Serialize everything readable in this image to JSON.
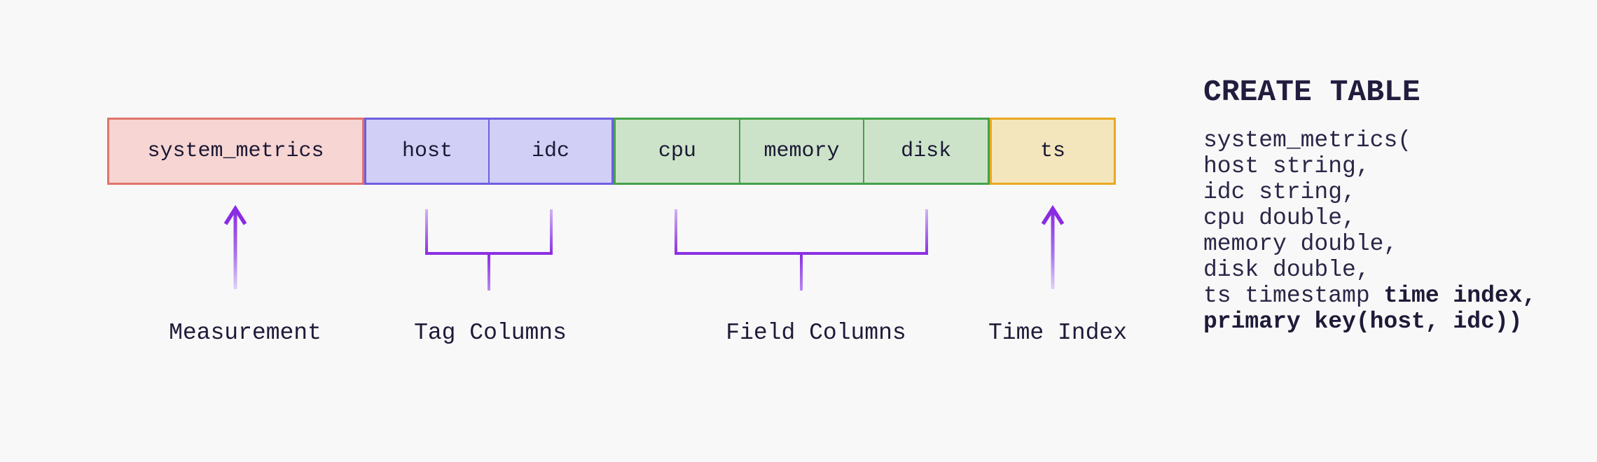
{
  "page": {
    "background": "#f8f8f8",
    "ink": "#1e1b39",
    "accent_purple": "#8a2be2",
    "accent_purple_light": "#d9c6f6"
  },
  "diagram": {
    "strip": {
      "measurement": {
        "label": "system_metrics",
        "fill": "#f6d5d3",
        "border": "#e0746b"
      },
      "tag_columns": {
        "cells": [
          "host",
          "idc"
        ],
        "fill": "#d1cff6",
        "border": "#6c5fe0"
      },
      "field_columns": {
        "cells": [
          "cpu",
          "memory",
          "disk"
        ],
        "fill": "#cce3ca",
        "border": "#44a148"
      },
      "time_index": {
        "label": "ts",
        "fill": "#f4e6bc",
        "border": "#e9a820"
      }
    },
    "labels": {
      "measurement": "Measurement",
      "tag": "Tag Columns",
      "field": "Field Columns",
      "time": "Time Index"
    }
  },
  "sql_panel": {
    "heading": "CREATE TABLE",
    "lines": [
      {
        "segments": [
          {
            "text": "system_metrics(",
            "bold": false
          }
        ]
      },
      {
        "segments": [
          {
            "text": "host string,",
            "bold": false
          }
        ]
      },
      {
        "segments": [
          {
            "text": "idc string,",
            "bold": false
          }
        ]
      },
      {
        "segments": [
          {
            "text": "cpu double,",
            "bold": false
          }
        ]
      },
      {
        "segments": [
          {
            "text": "memory double,",
            "bold": false
          }
        ]
      },
      {
        "segments": [
          {
            "text": "disk double,",
            "bold": false
          }
        ]
      },
      {
        "segments": [
          {
            "text": "ts timestamp ",
            "bold": false
          },
          {
            "text": "time index,",
            "bold": true
          }
        ]
      },
      {
        "segments": [
          {
            "text": "primary key(host, idc))",
            "bold": true
          }
        ]
      }
    ]
  }
}
